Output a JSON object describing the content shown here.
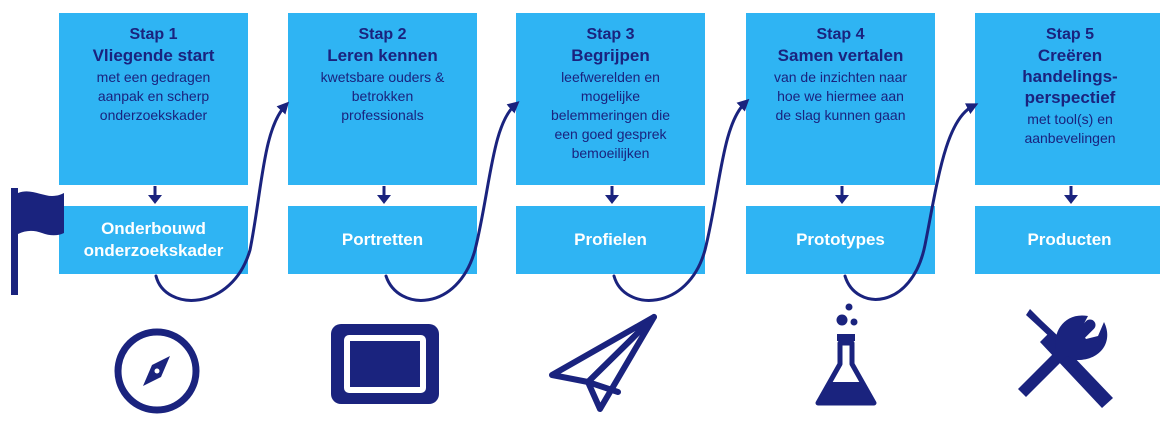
{
  "steps": [
    {
      "title": "Stap 1",
      "heading": "Vliegende start",
      "description": [
        "met een gedragen",
        "aanpak en scherp",
        "onderzoekskader"
      ],
      "result": "Onderbouwd onderzoekskader",
      "icon": "compass-icon"
    },
    {
      "title": "Stap 2",
      "heading": "Leren kennen",
      "description": [
        "kwetsbare ouders &",
        "betrokken",
        "professionals"
      ],
      "result": "Portretten",
      "icon": "picture-frame-icon"
    },
    {
      "title": "Stap 3",
      "heading": "Begrijpen",
      "description": [
        "leefwerelden en",
        "mogelijke",
        "belemmeringen die",
        "een goed gesprek",
        "bemoeilijken"
      ],
      "result": "Profielen",
      "icon": "paper-plane-icon"
    },
    {
      "title": "Stap 4",
      "heading": "Samen vertalen",
      "description": [
        "van de inzichten naar",
        "hoe we hiermee aan",
        "de slag kunnen gaan"
      ],
      "result": "Prototypes",
      "icon": "flask-icon"
    },
    {
      "title": "Stap 5",
      "heading": "Creëren handelings-perspectief",
      "description": [
        "met tool(s) en",
        "aanbevelingen"
      ],
      "result": "Producten",
      "icon": "tools-icon"
    }
  ],
  "start_icon": "flag-icon",
  "colors": {
    "box": "#2fb4f3",
    "dark": "#1a237e",
    "result_text": "#ffffff"
  }
}
